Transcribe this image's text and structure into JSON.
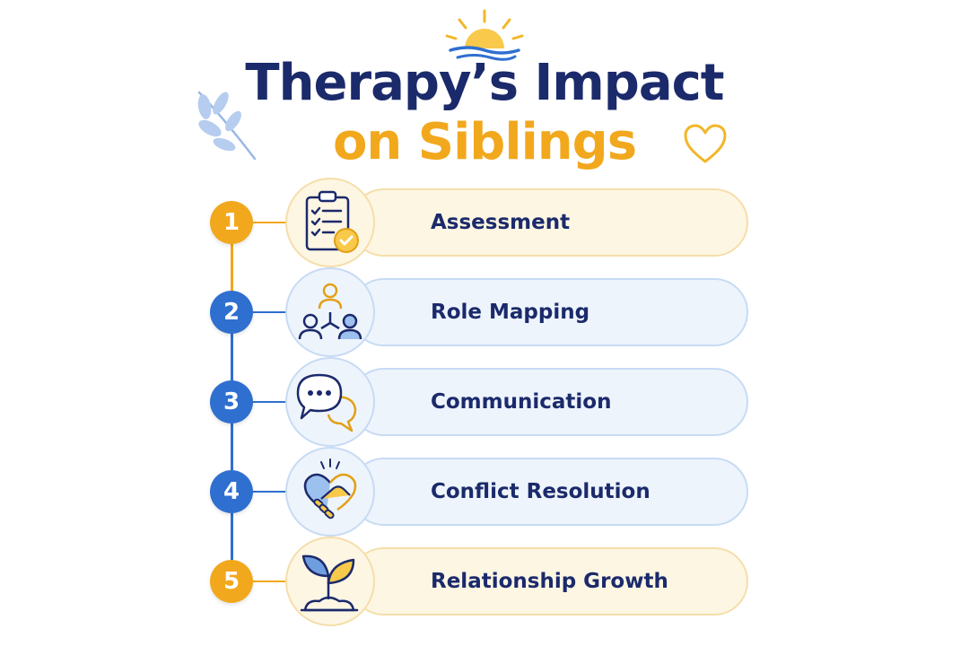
{
  "title": {
    "line1": "Therapy’s Impact",
    "line2": "on Siblings"
  },
  "colors": {
    "navy": "#1b2a6b",
    "gold": "#f2a81d",
    "blue": "#2f6fd0",
    "gold_fill": "#fdf6e3",
    "blue_fill": "#eef4fc"
  },
  "decorations": [
    "sun-icon",
    "leaf-sprig-icon",
    "heart-icon"
  ],
  "steps": [
    {
      "number": "1",
      "label": "Assessment",
      "icon": "clipboard-check-icon",
      "accent": "gold"
    },
    {
      "number": "2",
      "label": "Role Mapping",
      "icon": "people-network-icon",
      "accent": "blue"
    },
    {
      "number": "3",
      "label": "Communication",
      "icon": "chat-bubbles-icon",
      "accent": "blue"
    },
    {
      "number": "4",
      "label": "Conflict Resolution",
      "icon": "handshake-heart-icon",
      "accent": "blue"
    },
    {
      "number": "5",
      "label": "Relationship Growth",
      "icon": "sprout-icon",
      "accent": "gold"
    }
  ]
}
